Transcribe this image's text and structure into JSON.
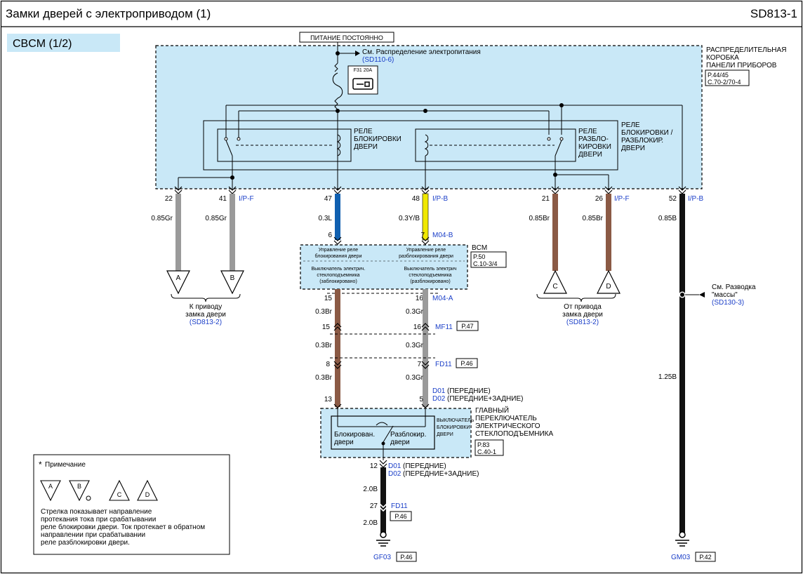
{
  "header": {
    "title": "Замки дверей с электроприводом (1)",
    "code": "SD813-1"
  },
  "section": {
    "label": "CBCM (1/2)"
  },
  "power": {
    "label": "ПИТАНИЕ ПОСТОЯННО",
    "ref_text": "См. Распределение электропитания",
    "ref_link": "(SD110-6)",
    "fuse": "F31 20A"
  },
  "junction_box": {
    "l1": "РАСПРЕДЕЛИТЕЛЬНАЯ",
    "l2": "КОРОБКА",
    "l3": "ПАНЕЛИ ПРИБОРОВ",
    "r1": "P.44/45",
    "r2": "C.70-2/70-4"
  },
  "relays": {
    "lock": {
      "l1": "РЕЛЕ",
      "l2": "БЛОКИРОВКИ",
      "l3": "ДВЕРИ"
    },
    "unlock": {
      "l1": "РЕЛЕ",
      "l2": "РАЗБЛО-",
      "l3": "КИРОВКИ",
      "l4": "ДВЕРИ"
    },
    "group": {
      "l1": "РЕЛЕ",
      "l2": "БЛОКИРОВКИ /",
      "l3": "РАЗБЛОКИР.",
      "l4": "ДВЕРИ"
    }
  },
  "pins": {
    "p22": "22",
    "p41": "41",
    "p47": "47",
    "p48": "48",
    "p21": "21",
    "p26": "26",
    "p52": "52",
    "p6": "6",
    "p7": "7",
    "p15a": "15",
    "p16a": "16",
    "p15b": "15",
    "p16b": "16",
    "p8": "8",
    "p7b": "7",
    "p13": "13",
    "p5": "5",
    "p12": "12",
    "p27": "27"
  },
  "connectors": {
    "ipf1": "I/P-F",
    "ipb1": "I/P-B",
    "ipf2": "I/P-F",
    "ipb2": "I/P-B",
    "m04b": "M04-B",
    "m04a": "M04-A",
    "mf11": "MF11",
    "mf11_ref": "P.47",
    "fd11": "FD11",
    "fd11_ref": "P.46",
    "d01": "D01",
    "d01_text": "(ПЕРЕДНИЕ)",
    "d02": "D02",
    "d02_text": "(ПЕРЕДНИЕ+ЗАДНИЕ)",
    "d01b": "D01",
    "d01b_text": "(ПЕРЕДНИЕ)",
    "d02b": "D02",
    "d02b_text": "(ПЕРЕДНИЕ+ЗАДНИЕ)",
    "fd11b": "FD11",
    "fd11b_ref": "P.46"
  },
  "wires": {
    "w22": "0.85Gr",
    "w41": "0.85Gr",
    "w47": "0.3L",
    "w48": "0.3Y/B",
    "w21": "0.85Br",
    "w26": "0.85Br",
    "w52": "0.85B",
    "w52b": "1.25B",
    "w15a": "0.3Br",
    "w16a": "0.3Gr",
    "w15b": "0.3Br",
    "w16b": "0.3Gr",
    "w8": "0.3Br",
    "w7": "0.3Gr",
    "w12": "2.0B",
    "w27": "2.0B"
  },
  "bcm": {
    "name": "BCM",
    "ref1": "P.50",
    "ref2": "C.10-3/4",
    "left_l1": "Управление реле",
    "left_l2": "блокирования двери",
    "right_l1": "Управление реле",
    "right_l2": "разблокирования двери",
    "sw_left_l1": "Выключатель электрич.",
    "sw_left_l2": "стеклоподъемника",
    "sw_left_l3": "(заблокировано)",
    "sw_right_l1": "Выключатель электрич",
    "sw_right_l2": "стеклоподъемника",
    "sw_right_l3": "(разблокировано)"
  },
  "outputs": {
    "left": {
      "a": "A",
      "b": "B",
      "l1": "К приводу",
      "l2": "замка двери",
      "link": "(SD813-2)"
    },
    "right": {
      "c": "C",
      "d": "D",
      "l1": "От привода",
      "l2": "замка двери",
      "link": "(SD813-2)"
    }
  },
  "ground_ref": {
    "l1": "См. Разводка",
    "l2": "\"массы\"",
    "link": "(SD130-3)"
  },
  "main_switch": {
    "l1": "ГЛАВНЫЙ",
    "l2": "ПЕРЕКЛЮЧАТЕЛЬ",
    "l3": "ЭЛЕКТРИЧЕСКОГО",
    "l4": "СТЕКЛОПОДЪЕМНИКА",
    "ref1": "P.83",
    "ref2": "C.40-1",
    "side_l1": "ВЫКЛЮЧАТЕЛЬ",
    "side_l2": "БЛОКИРОВКИ",
    "side_l3": "ДВЕРИ",
    "lock_l1": "Блокирован.",
    "lock_l2": "двери",
    "unlock_l1": "Разблокир.",
    "unlock_l2": "двери"
  },
  "grounds": {
    "g1": "GF03",
    "g1_ref": "P.46",
    "g2": "GM03",
    "g2_ref": "P.42"
  },
  "note": {
    "title": "Примечание",
    "star": "*",
    "a": "A",
    "b": "B",
    "c": "C",
    "d": "D",
    "l1": "Стрелка показывает  направление",
    "l2": "протекания тока при срабатывании",
    "l3": "реле блокировки  двери. Ток протекает  в обратном",
    "l4": "направлении при срабатывании",
    "l5": "реле разблокировки двери."
  },
  "colors": {
    "bg_box": "#c9e8f7",
    "wire_gray": "#9a9a9a",
    "wire_brown": "#8b5a45",
    "wire_blue": "#1060b0",
    "wire_yellow": "#f0e800",
    "wire_black": "#111111",
    "link_blue": "#1a3ec8"
  }
}
